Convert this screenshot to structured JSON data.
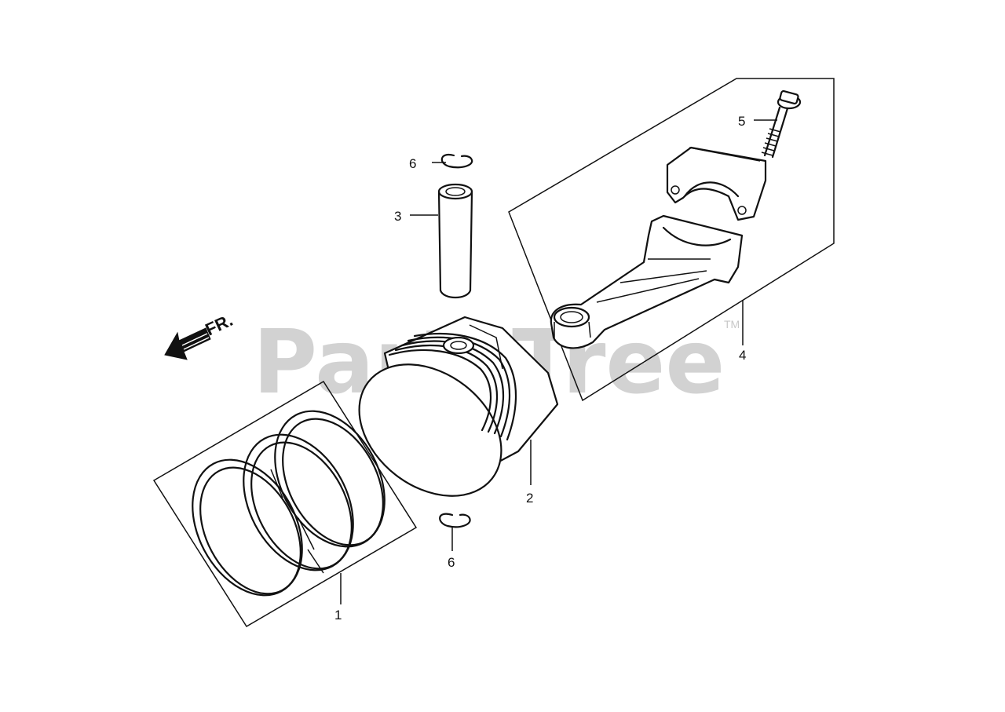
{
  "watermark": {
    "text": "PartsTree",
    "trademark": "TM"
  },
  "direction_marker": {
    "label": "FR.",
    "icon": "arrow-left-icon"
  },
  "callouts": [
    {
      "id": "1",
      "label": "1"
    },
    {
      "id": "2",
      "label": "2"
    },
    {
      "id": "3",
      "label": "3"
    },
    {
      "id": "4",
      "label": "4"
    },
    {
      "id": "5",
      "label": "5"
    },
    {
      "id": "6a",
      "label": "6"
    },
    {
      "id": "6b",
      "label": "6"
    }
  ],
  "colors": {
    "line": "#111111",
    "watermark": "#d2d2d2",
    "background": "#ffffff"
  }
}
